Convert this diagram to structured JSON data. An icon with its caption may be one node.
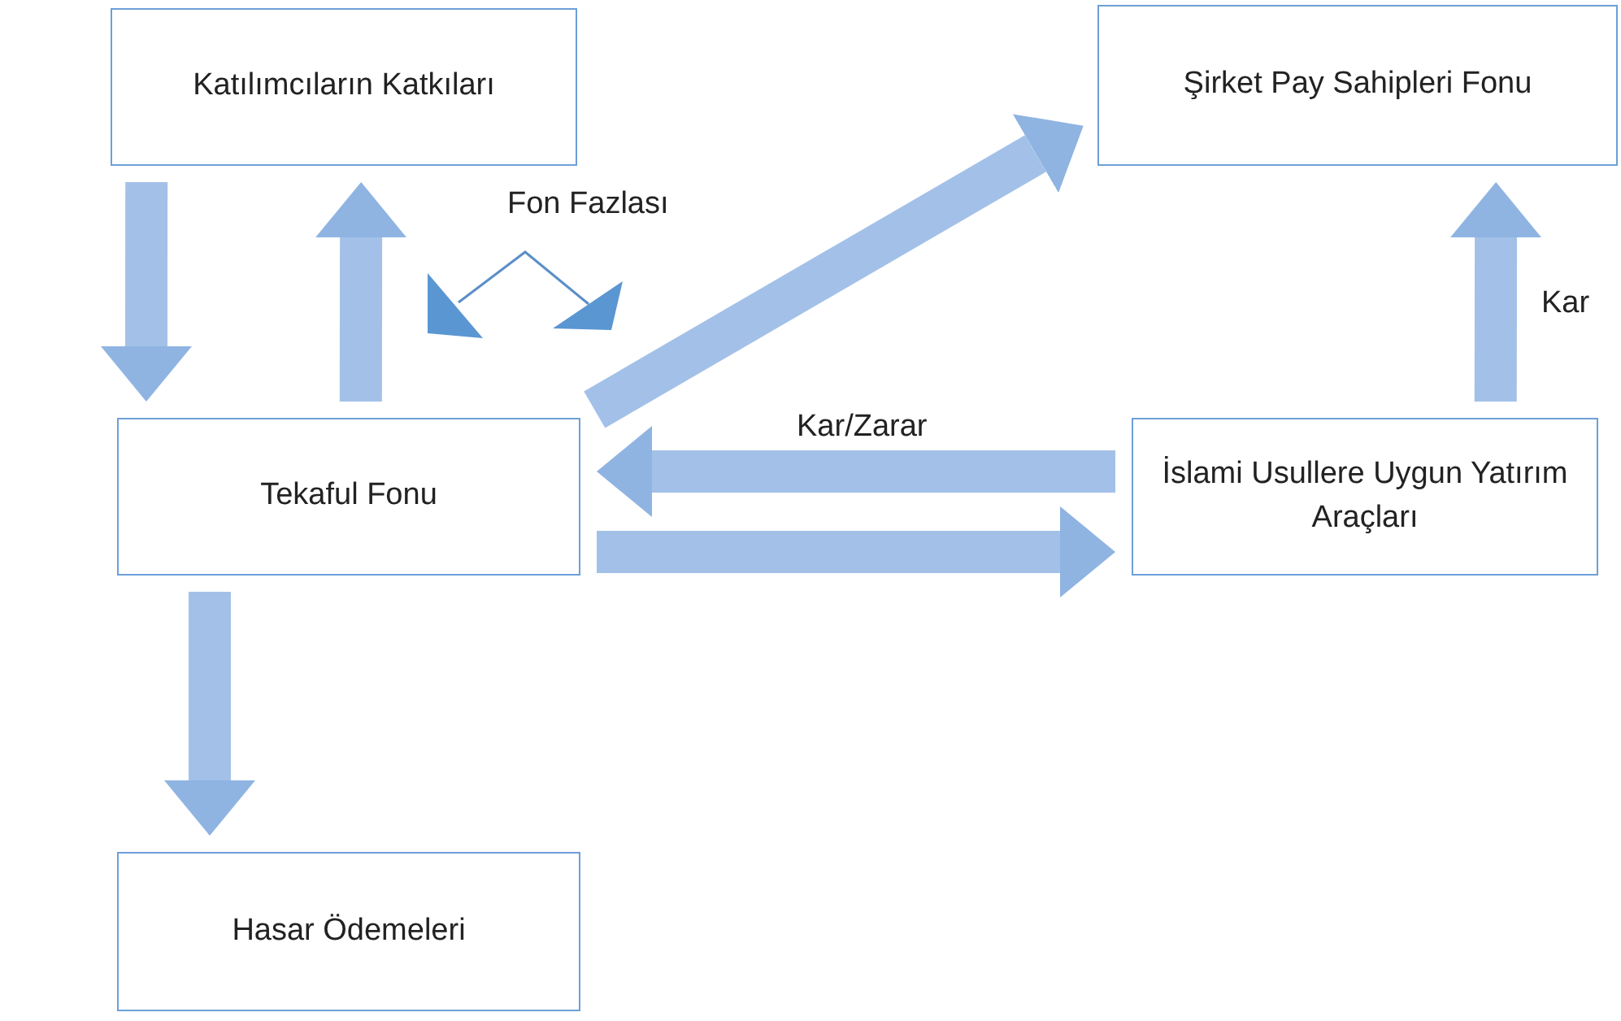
{
  "diagram": {
    "nodes": [
      {
        "text": [
          "Katılımcıların Katkıları"
        ]
      },
      {
        "text": [
          "Şirket Pay Sahipleri Fonu"
        ]
      },
      {
        "text": [
          "Tekaful Fonu"
        ]
      },
      {
        "text": [
          "İslami Usullere Uygun Yatırım Araçları"
        ]
      },
      {
        "text": [
          "Hasar Ödemeleri"
        ]
      }
    ],
    "edges": [
      {
        "from": 0,
        "to": 2,
        "arrow": "to"
      },
      {
        "from": 2,
        "to": 0,
        "arrow": "to"
      },
      {
        "from": 2,
        "to": 1,
        "arrow": "to"
      },
      {
        "from": 3,
        "to": 2,
        "arrow": "to",
        "label": "Kar/Zarar"
      },
      {
        "from": 2,
        "to": 3,
        "arrow": "to"
      },
      {
        "from": 3,
        "to": 1,
        "arrow": "to",
        "label": "Kar"
      },
      {
        "from": 2,
        "to": 4,
        "arrow": "to"
      }
    ],
    "labels": [
      "Fon Fazlası"
    ]
  }
}
